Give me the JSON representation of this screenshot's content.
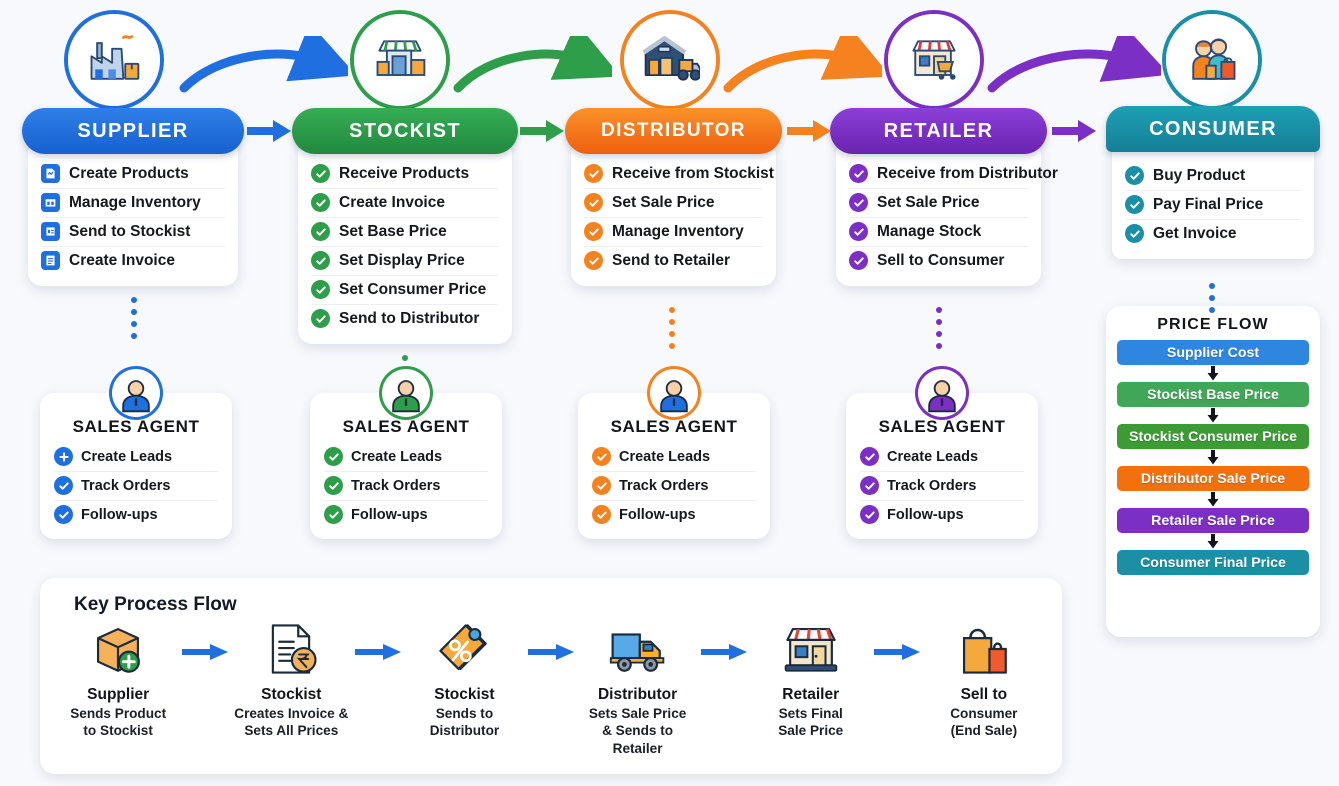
{
  "colors": {
    "supplier": "#1f6fe0",
    "stockist": "#2e9e4b",
    "distributor": "#f5821f",
    "retailer": "#7b2fc4",
    "consumer": "#1a8fa6",
    "page_bg": "#f7f9fc"
  },
  "roles": [
    {
      "key": "supplier",
      "title": "SUPPLIER",
      "icon": "factory-icon",
      "items": [
        {
          "label": "Create Products",
          "icon": "product-doc-icon"
        },
        {
          "label": "Manage Inventory",
          "icon": "inventory-doc-icon"
        },
        {
          "label": "Send to Stockist",
          "icon": "send-doc-icon"
        },
        {
          "label": "Create Invoice",
          "icon": "invoice-doc-icon"
        }
      ]
    },
    {
      "key": "stockist",
      "title": "STOCKIST",
      "icon": "shop-icon",
      "items": [
        {
          "label": "Receive Products",
          "icon": "check-circle-icon"
        },
        {
          "label": "Create Invoice",
          "icon": "check-circle-icon"
        },
        {
          "label": "Set Base Price",
          "icon": "check-circle-icon"
        },
        {
          "label": "Set Display Price",
          "icon": "check-circle-icon"
        },
        {
          "label": "Set Consumer Price",
          "icon": "check-circle-icon"
        },
        {
          "label": "Send to Distributor",
          "icon": "check-circle-icon"
        }
      ]
    },
    {
      "key": "distributor",
      "title": "DISTRIBUTOR",
      "icon": "warehouse-truck-icon",
      "items": [
        {
          "label": "Receive from Stockist",
          "icon": "check-circle-icon"
        },
        {
          "label": "Set Sale Price",
          "icon": "check-circle-icon"
        },
        {
          "label": "Manage Inventory",
          "icon": "check-circle-icon"
        },
        {
          "label": "Send to Retailer",
          "icon": "check-circle-icon"
        }
      ]
    },
    {
      "key": "retailer",
      "title": "RETAILER",
      "icon": "storefront-cart-icon",
      "items": [
        {
          "label": "Receive from Distributor",
          "icon": "check-circle-icon"
        },
        {
          "label": "Set Sale Price",
          "icon": "check-circle-icon"
        },
        {
          "label": "Manage Stock",
          "icon": "check-circle-icon"
        },
        {
          "label": "Sell to Consumer",
          "icon": "check-circle-icon"
        }
      ]
    },
    {
      "key": "consumer",
      "title": "CONSUMER",
      "icon": "shoppers-icon",
      "items": [
        {
          "label": "Buy Product",
          "icon": "check-circle-icon"
        },
        {
          "label": "Pay Final Price",
          "icon": "check-circle-icon"
        },
        {
          "label": "Get Invoice",
          "icon": "check-circle-icon"
        }
      ]
    }
  ],
  "agents": [
    {
      "key": "supplier",
      "title": "SALES AGENT",
      "avatar": "agent-avatar-blue",
      "items": [
        {
          "label": "Create Leads",
          "icon": "plus-circle-icon"
        },
        {
          "label": "Track Orders",
          "icon": "check-circle-icon"
        },
        {
          "label": "Follow-ups",
          "icon": "check-circle-icon"
        }
      ]
    },
    {
      "key": "stockist",
      "title": "SALES AGENT",
      "avatar": "agent-avatar-green",
      "items": [
        {
          "label": "Create Leads",
          "icon": "check-circle-icon"
        },
        {
          "label": "Track Orders",
          "icon": "check-circle-icon"
        },
        {
          "label": "Follow-ups",
          "icon": "check-circle-icon"
        }
      ]
    },
    {
      "key": "distributor",
      "title": "SALES AGENT",
      "avatar": "agent-avatar-orange",
      "items": [
        {
          "label": "Create Leads",
          "icon": "check-circle-icon"
        },
        {
          "label": "Track Orders",
          "icon": "check-circle-icon"
        },
        {
          "label": "Follow-ups",
          "icon": "check-circle-icon"
        }
      ]
    },
    {
      "key": "retailer",
      "title": "SALES AGENT",
      "avatar": "agent-avatar-purple",
      "items": [
        {
          "label": "Create Leads",
          "icon": "check-circle-icon"
        },
        {
          "label": "Track Orders",
          "icon": "check-circle-icon"
        },
        {
          "label": "Follow-ups",
          "icon": "check-circle-icon"
        }
      ]
    }
  ],
  "price_flow": {
    "title": "PRICE FLOW",
    "steps": [
      {
        "label": "Supplier Cost",
        "color": "#2e86e0"
      },
      {
        "label": "Stockist Base Price",
        "color": "#41a758"
      },
      {
        "label": "Stockist Consumer Price",
        "color": "#3d9b35"
      },
      {
        "label": "Distributor Sale Price",
        "color": "#f3700f"
      },
      {
        "label": "Retailer Sale Price",
        "color": "#7b2fc4"
      },
      {
        "label": "Consumer Final Price",
        "color": "#1a8fa6"
      }
    ]
  },
  "key_process_flow": {
    "title": "Key Process Flow",
    "arrow_color": "#1f6fe0",
    "steps": [
      {
        "icon": "box-plus-icon",
        "title": "Supplier",
        "sub": "Sends Product\nto Stockist"
      },
      {
        "icon": "invoice-rupee-icon",
        "title": "Stockist",
        "sub": "Creates Invoice &\nSets All Prices"
      },
      {
        "icon": "price-tag-icon",
        "title": "Stockist",
        "sub": "Sends to\nDistributor"
      },
      {
        "icon": "delivery-truck-icon",
        "title": "Distributor",
        "sub": "Sets Sale Price\n& Sends to Retailer"
      },
      {
        "icon": "storefront-icon",
        "title": "Retailer",
        "sub": "Sets Final\nSale Price"
      },
      {
        "icon": "shopping-bag-icon",
        "title": "Sell to",
        "sub": "Consumer\n(End Sale)"
      }
    ]
  }
}
